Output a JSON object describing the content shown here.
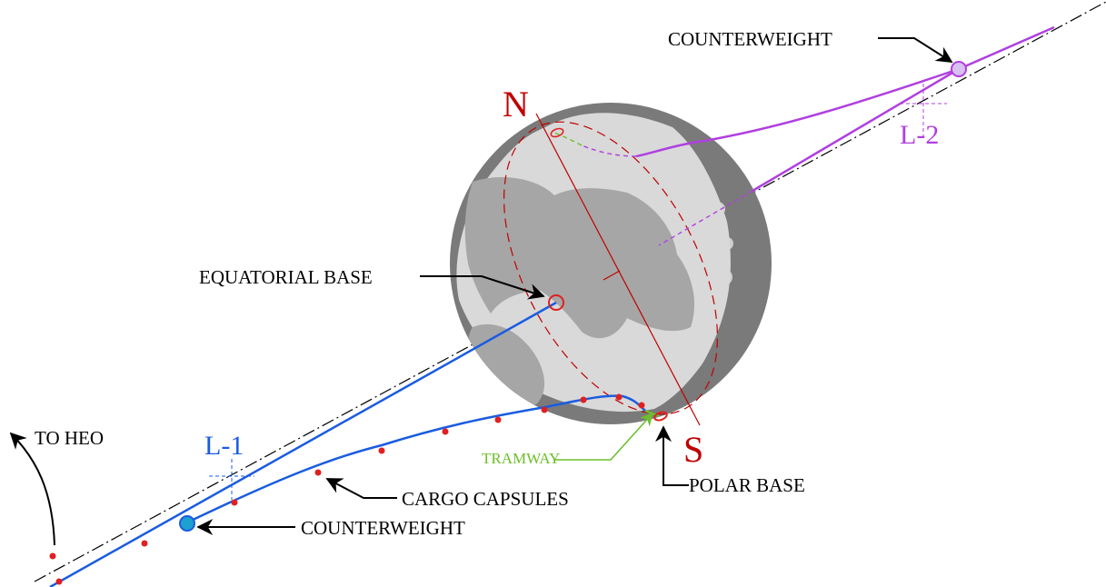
{
  "labels": {
    "counterweight_top": "COUNTERWEIGHT",
    "l2": "L-2",
    "north": "N",
    "south": "S",
    "equatorial_base": "EQUATORIAL BASE",
    "to_heo": "TO HEO",
    "l1": "L-1",
    "tramway": "TRAMWAY",
    "polar_base": "POLAR BASE",
    "cargo_capsules": "CARGO CAPSULES",
    "counterweight_bottom": "COUNTERWEIGHT"
  },
  "colors": {
    "l1_elevator": "#1a5ce0",
    "l2_elevator": "#b040e0",
    "axis": "#c00000",
    "capsule": "#e02020",
    "tramway": "#6cbf2a",
    "moon_light": "#d9d9d9",
    "moon_mid": "#a6a6a6",
    "moon_dark": "#7a7a7a",
    "text": "#000000"
  }
}
